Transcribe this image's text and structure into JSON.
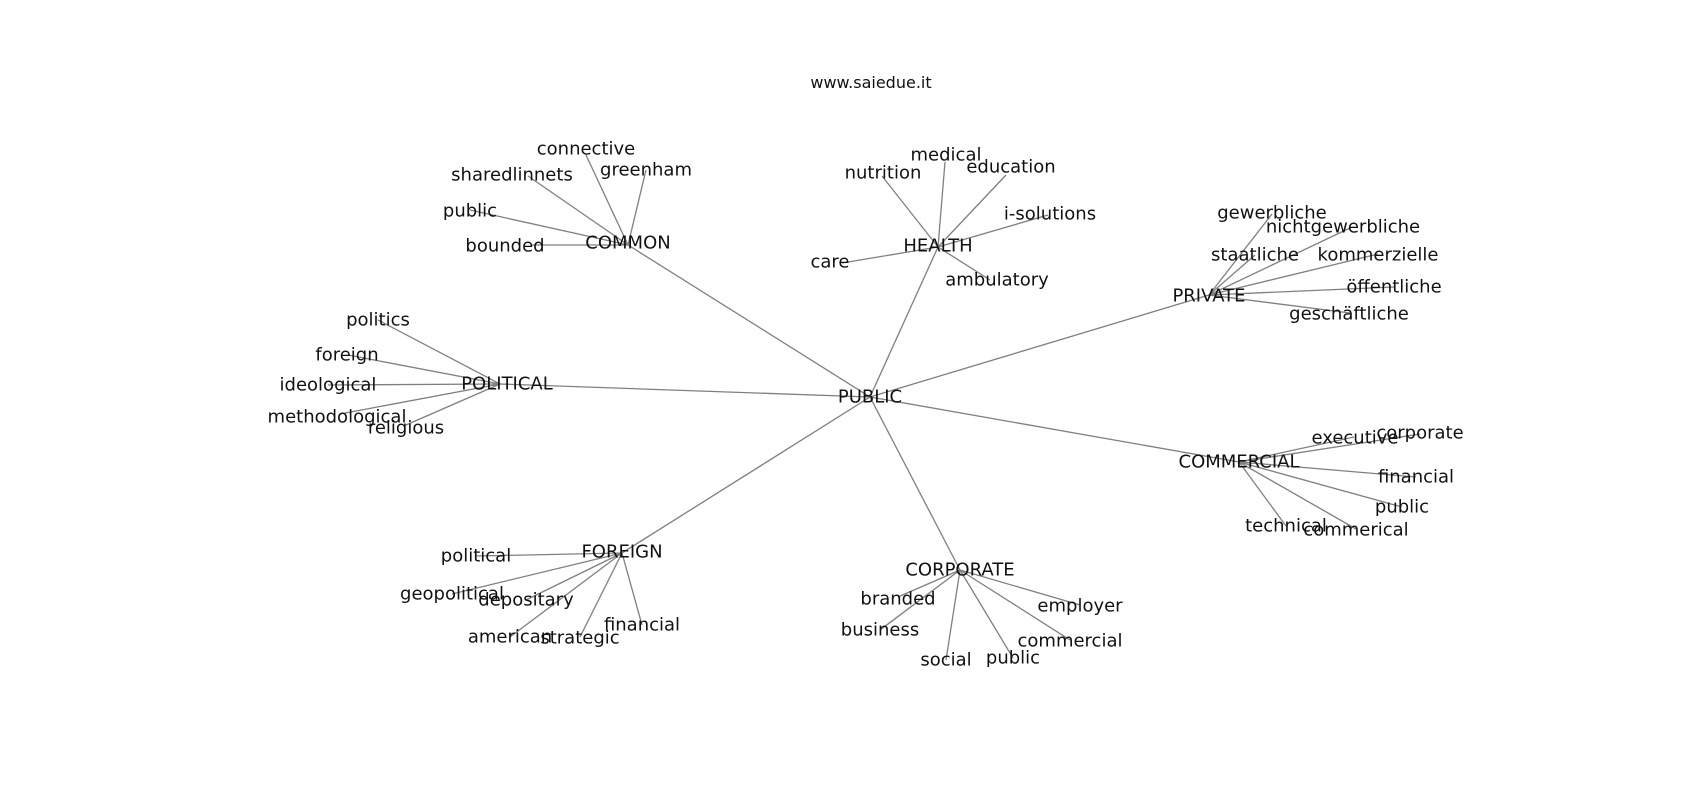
{
  "credit": "www.saiedue.it",
  "center": "PUBLIC",
  "hubs": [
    {
      "label": "COMMON",
      "leaves": [
        "connective",
        "sharedlinnets",
        "greenham",
        "public",
        "bounded"
      ]
    },
    {
      "label": "HEALTH",
      "leaves": [
        "medical",
        "nutrition",
        "education",
        "i-solutions",
        "care",
        "ambulatory"
      ]
    },
    {
      "label": "PRIVATE",
      "leaves": [
        "gewerbliche",
        "nichtgewerbliche",
        "staatliche",
        "kommerzielle",
        "öffentliche",
        "geschäftliche"
      ]
    },
    {
      "label": "POLITICAL",
      "leaves": [
        "politics",
        "foreign",
        "ideological",
        "methodological",
        "religious"
      ]
    },
    {
      "label": "COMMERCIAL",
      "leaves": [
        "executive",
        "corporate",
        "financial",
        "public",
        "technical",
        "commerical"
      ]
    },
    {
      "label": "FOREIGN",
      "leaves": [
        "political",
        "geopolitical",
        "depositary",
        "american",
        "strategic",
        "financial"
      ]
    },
    {
      "label": "CORPORATE",
      "leaves": [
        "branded",
        "business",
        "employer",
        "commercial",
        "social",
        "public"
      ]
    }
  ]
}
